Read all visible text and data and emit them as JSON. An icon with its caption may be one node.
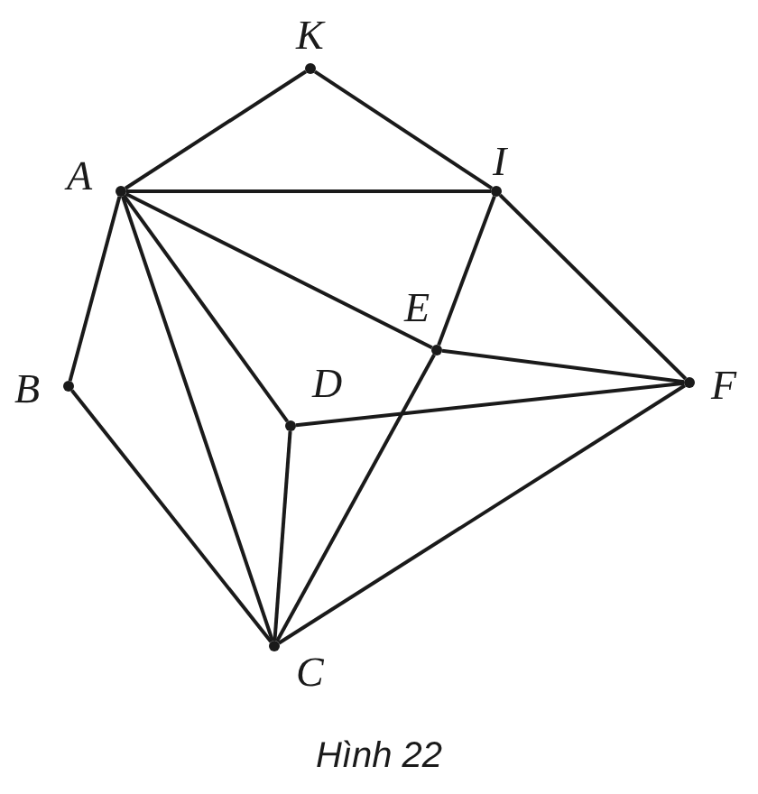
{
  "diagram": {
    "caption": "Hình 22",
    "nodes": [
      {
        "text": [
          "K"
        ]
      },
      {
        "text": [
          "A"
        ]
      },
      {
        "text": [
          "I"
        ]
      },
      {
        "text": [
          "B"
        ]
      },
      {
        "text": [
          "E"
        ]
      },
      {
        "text": [
          "D"
        ]
      },
      {
        "text": [
          "F"
        ]
      },
      {
        "text": [
          "C"
        ]
      }
    ],
    "edges": [
      {
        "from": 1,
        "to": 0,
        "arrow": "none"
      },
      {
        "from": 0,
        "to": 2,
        "arrow": "none"
      },
      {
        "from": 1,
        "to": 2,
        "arrow": "none"
      },
      {
        "from": 2,
        "to": 6,
        "arrow": "none"
      },
      {
        "from": 1,
        "to": 3,
        "arrow": "none"
      },
      {
        "from": 3,
        "to": 7,
        "arrow": "none"
      },
      {
        "from": 1,
        "to": 7,
        "arrow": "none"
      },
      {
        "from": 1,
        "to": 5,
        "arrow": "none"
      },
      {
        "from": 1,
        "to": 4,
        "arrow": "none"
      },
      {
        "from": 4,
        "to": 6,
        "arrow": "none"
      },
      {
        "from": 5,
        "to": 6,
        "arrow": "none"
      },
      {
        "from": 5,
        "to": 7,
        "arrow": "none"
      },
      {
        "from": 2,
        "to": 4,
        "arrow": "none"
      },
      {
        "from": 4,
        "to": 7,
        "arrow": "none"
      },
      {
        "from": 7,
        "to": 6,
        "arrow": "none"
      }
    ]
  }
}
